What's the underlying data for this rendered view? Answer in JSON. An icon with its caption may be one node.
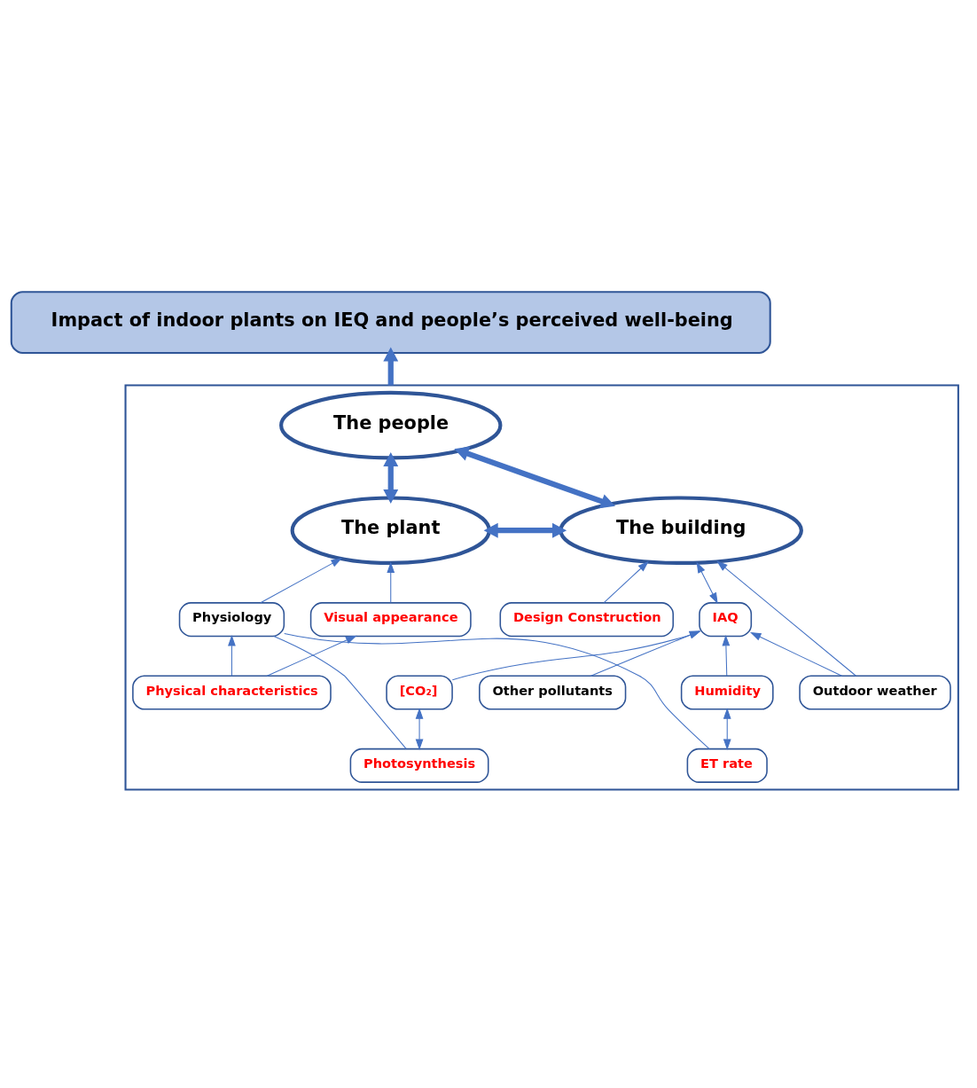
{
  "diagram": {
    "nodes": [
      {
        "text": [
          "Impact of indoor plants on IEQ and people’s perceived well-being"
        ]
      },
      {
        "text": [],
        "shape": "box"
      },
      {
        "text": [
          "The people"
        ],
        "in": 1
      },
      {
        "text": [
          "The plant"
        ],
        "in": 1
      },
      {
        "text": [
          "The building"
        ],
        "in": 1
      },
      {
        "text": [
          "Visual appearance"
        ],
        "in": 1
      },
      {
        "text": [
          "Physiology"
        ],
        "in": 1
      },
      {
        "text": [
          "IAQ"
        ],
        "in": 1
      },
      {
        "text": [
          "Design Construction"
        ],
        "in": 1
      },
      {
        "text": [
          "Physical characteristics"
        ],
        "in": 1
      },
      {
        "text": [
          "ET rate"
        ],
        "in": 1
      },
      {
        "text": [
          "Humidity"
        ],
        "in": 1
      },
      {
        "text": [
          "Outdoor weather"
        ],
        "in": 1
      },
      {
        "text": [
          "Photosynthesis"
        ],
        "in": 1
      },
      {
        "text": [
          "[CO₂]"
        ],
        "in": 1
      },
      {
        "text": [
          "Other pollutants"
        ],
        "in": 1
      }
    ],
    "edges": [
      {
        "from": 1,
        "to": 0,
        "arrow": "to",
        "style": "thick"
      },
      {
        "from": 3,
        "to": 2,
        "arrow": "both",
        "style": "thick"
      },
      {
        "from": 2,
        "to": 4,
        "arrow": "both",
        "style": "thick"
      },
      {
        "from": 3,
        "to": 4,
        "arrow": "both",
        "style": "thick"
      },
      {
        "from": 5,
        "to": 3,
        "arrow": "to"
      },
      {
        "from": 6,
        "to": 3,
        "arrow": "to"
      },
      {
        "from": 7,
        "to": 4,
        "arrow": "both"
      },
      {
        "from": 12,
        "to": 4,
        "arrow": "to"
      },
      {
        "from": 8,
        "to": 4,
        "arrow": "to"
      },
      {
        "from": 9,
        "to": 5,
        "arrow": "to"
      },
      {
        "from": 9,
        "to": 6,
        "arrow": "to"
      },
      {
        "from": 6,
        "to": 10,
        "arrow": "none"
      },
      {
        "from": 6,
        "to": 13,
        "arrow": "none"
      },
      {
        "from": 10,
        "to": 11,
        "arrow": "both"
      },
      {
        "from": 11,
        "to": 7,
        "arrow": "to"
      },
      {
        "from": 14,
        "to": 7,
        "arrow": "to"
      },
      {
        "from": 12,
        "to": 7,
        "arrow": "to"
      },
      {
        "from": 15,
        "to": 7,
        "arrow": "to"
      },
      {
        "from": 13,
        "to": 14,
        "arrow": "both"
      }
    ]
  }
}
